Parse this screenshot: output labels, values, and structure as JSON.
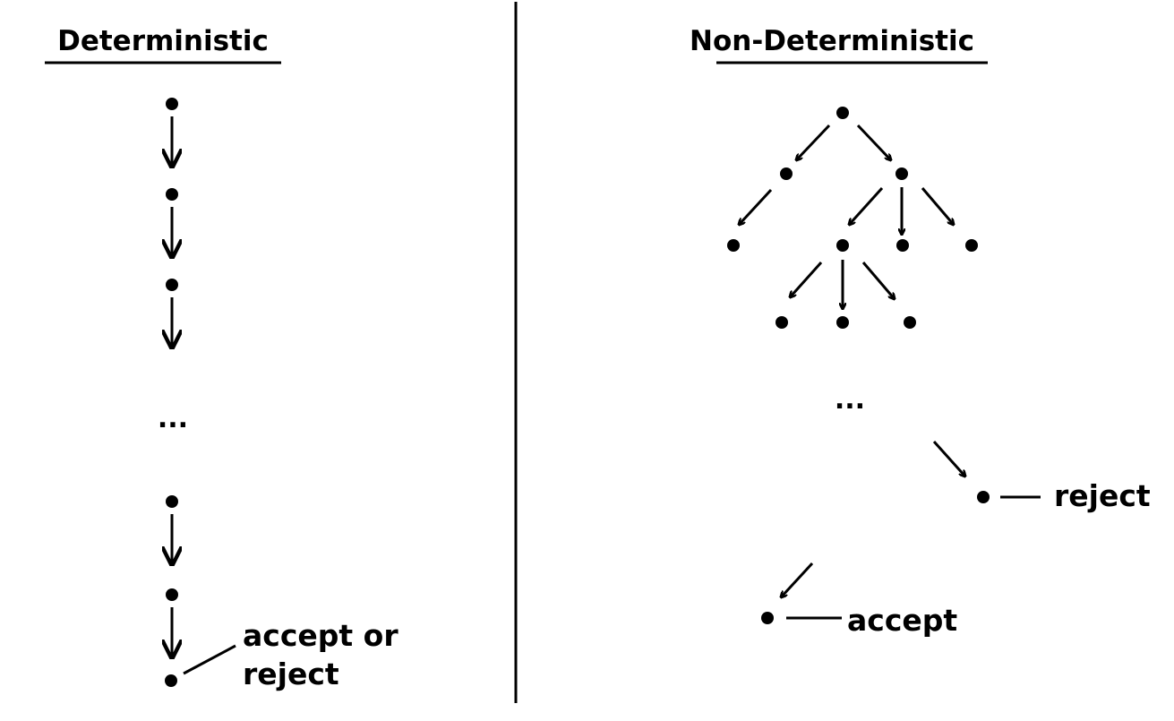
{
  "deterministic": {
    "heading": "Deterministic",
    "ellipsis": "...",
    "final_label_line1": "accept or",
    "final_label_line2": "reject"
  },
  "non_deterministic": {
    "heading": "Non-Deterministic",
    "ellipsis": "...",
    "reject_label": "reject",
    "accept_label": "accept"
  },
  "colors": {
    "ink": "#000000",
    "background": "#ffffff"
  }
}
